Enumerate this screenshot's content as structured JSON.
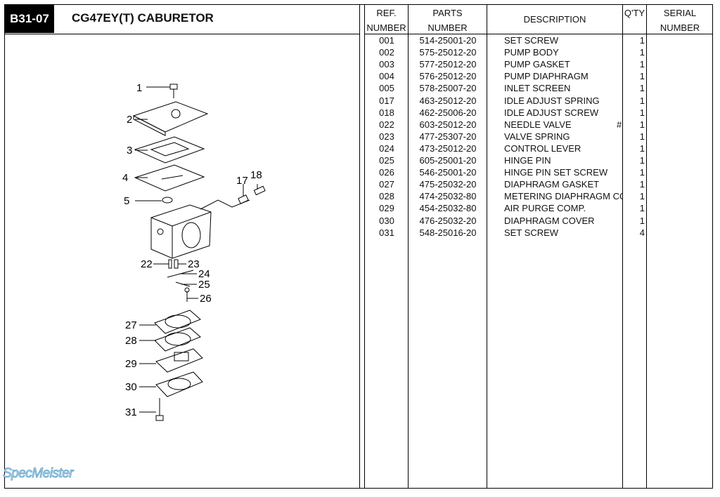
{
  "header": {
    "code": "B31-07",
    "title": "CG47EY(T) CABURETOR"
  },
  "columns": {
    "ref": [
      "REF.",
      "NUMBER"
    ],
    "parts": [
      "PARTS",
      "NUMBER"
    ],
    "description": "DESCRIPTION",
    "qty": "Q'TY",
    "serial": [
      "SERIAL",
      "NUMBER"
    ]
  },
  "rows": [
    {
      "ref": "001",
      "part": "514-25001-20",
      "desc": "SET SCREW",
      "mark": "",
      "qty": "1"
    },
    {
      "ref": "002",
      "part": "575-25012-20",
      "desc": "PUMP BODY",
      "mark": "",
      "qty": "1"
    },
    {
      "ref": "003",
      "part": "577-25012-20",
      "desc": "PUMP GASKET",
      "mark": "",
      "qty": "1"
    },
    {
      "ref": "004",
      "part": "576-25012-20",
      "desc": "PUMP DIAPHRAGM",
      "mark": "",
      "qty": "1"
    },
    {
      "ref": "005",
      "part": "578-25007-20",
      "desc": "INLET SCREEN",
      "mark": "",
      "qty": "1"
    },
    {
      "ref": "017",
      "part": "463-25012-20",
      "desc": "IDLE ADJUST SPRING",
      "mark": "",
      "qty": "1"
    },
    {
      "ref": "018",
      "part": "462-25006-20",
      "desc": "IDLE ADJUST SCREW",
      "mark": "",
      "qty": "1"
    },
    {
      "ref": "022",
      "part": "603-25012-20",
      "desc": "NEEDLE VALVE",
      "mark": "#",
      "qty": "1"
    },
    {
      "ref": "023",
      "part": "477-25307-20",
      "desc": "VALVE SPRING",
      "mark": "",
      "qty": "1"
    },
    {
      "ref": "024",
      "part": "473-25012-20",
      "desc": "CONTROL LEVER",
      "mark": "",
      "qty": "1"
    },
    {
      "ref": "025",
      "part": "605-25001-20",
      "desc": "HINGE PIN",
      "mark": "",
      "qty": "1"
    },
    {
      "ref": "026",
      "part": "546-25001-20",
      "desc": "HINGE PIN SET SCREW",
      "mark": "",
      "qty": "1"
    },
    {
      "ref": "027",
      "part": "475-25032-20",
      "desc": "DIAPHRAGM GASKET",
      "mark": "",
      "qty": "1"
    },
    {
      "ref": "028",
      "part": "474-25032-80",
      "desc": "METERING DIAPHRAGM COMP.",
      "mark": "",
      "qty": "1"
    },
    {
      "ref": "029",
      "part": "454-25032-80",
      "desc": "AIR PURGE COMP.",
      "mark": "",
      "qty": "1"
    },
    {
      "ref": "030",
      "part": "476-25032-20",
      "desc": "DIAPHRAGM COVER",
      "mark": "",
      "qty": "1"
    },
    {
      "ref": "031",
      "part": "548-25016-20",
      "desc": "SET SCREW",
      "mark": "",
      "qty": "4"
    }
  ],
  "callouts": {
    "c1": "1",
    "c2": "2",
    "c3": "3",
    "c4": "4",
    "c5": "5",
    "c17": "17",
    "c18": "18",
    "c22": "22",
    "c23": "23",
    "c24": "24",
    "c25": "25",
    "c26": "26",
    "c27": "27",
    "c28": "28",
    "c29": "29",
    "c30": "30",
    "c31": "31"
  },
  "watermark": "SpecMeister"
}
